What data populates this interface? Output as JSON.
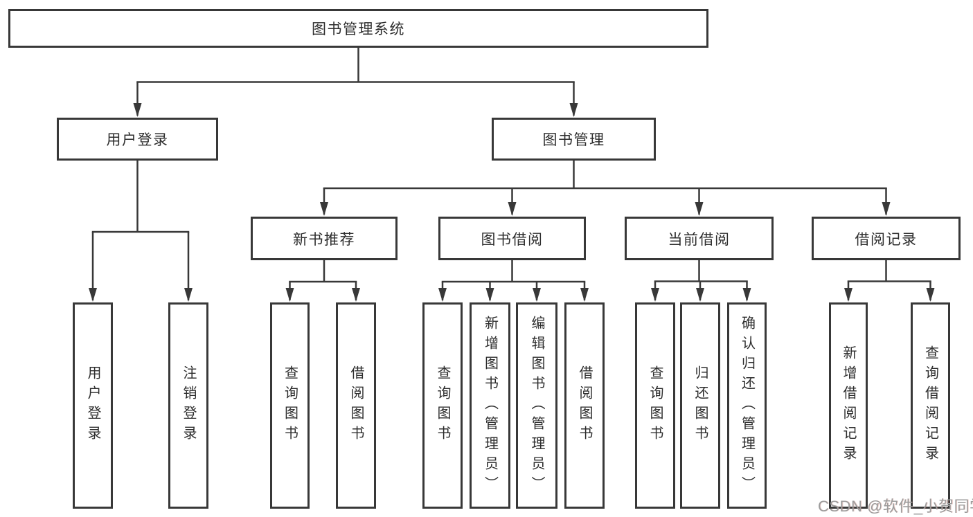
{
  "diagram": {
    "root": {
      "label": "图书管理系统"
    },
    "level2": {
      "user_login": {
        "label": "用户登录"
      },
      "book_mgmt": {
        "label": "图书管理"
      }
    },
    "level3": {
      "new_books": {
        "label": "新书推荐"
      },
      "book_borrow": {
        "label": "图书借阅"
      },
      "current_borrow": {
        "label": "当前借阅"
      },
      "borrow_records": {
        "label": "借阅记录"
      }
    },
    "leaves": {
      "login": {
        "label": "用户登录"
      },
      "logout": {
        "label": "注销登录"
      },
      "nb_query": {
        "label": "查询图书"
      },
      "nb_borrow": {
        "label": "借阅图书"
      },
      "bb_query": {
        "label": "查询图书"
      },
      "bb_add": {
        "label": "新增图书（管理员）"
      },
      "bb_edit": {
        "label": "编辑图书（管理员）"
      },
      "bb_borrow": {
        "label": "借阅图书"
      },
      "cb_query": {
        "label": "查询图书"
      },
      "cb_return": {
        "label": "归还图书"
      },
      "cb_confirm": {
        "label": "确认归还（管理员）"
      },
      "br_add": {
        "label": "新增借阅记录"
      },
      "br_query": {
        "label": "查询借阅记录"
      }
    }
  },
  "watermark": {
    "text": "CSDN @软件_小贺同学"
  },
  "colors": {
    "line": "#383838",
    "text": "#2d2d2d",
    "watermark": "#9c9c9c"
  }
}
